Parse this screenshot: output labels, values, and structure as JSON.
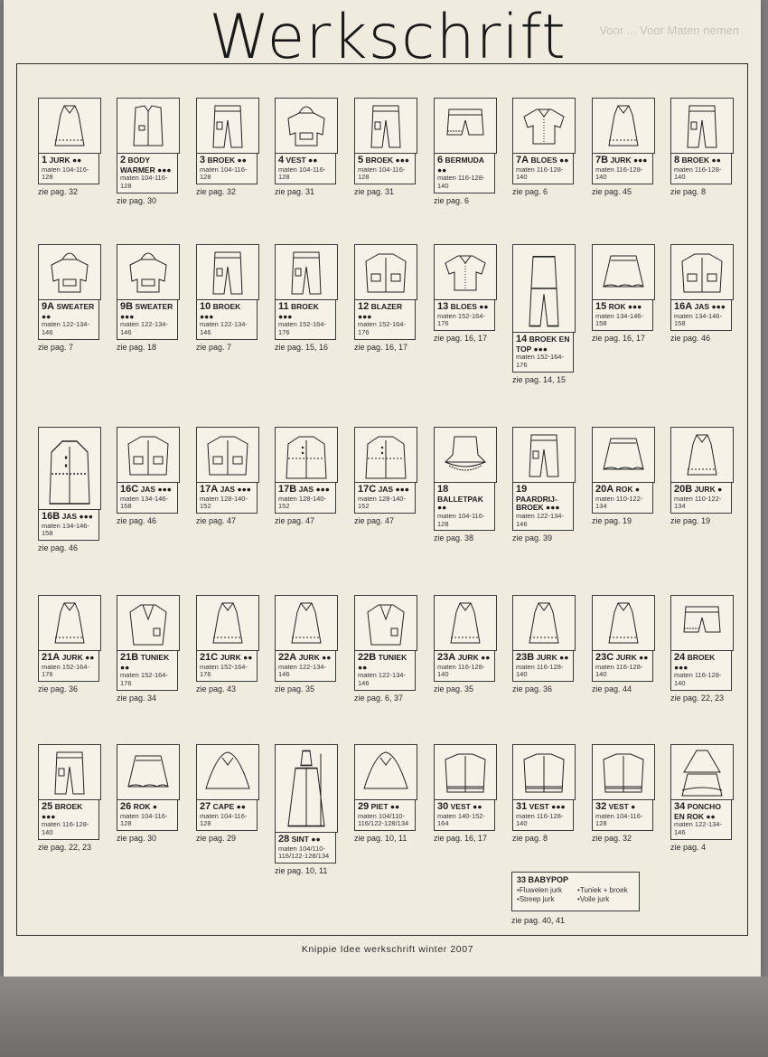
{
  "title": "Werkschrift",
  "bleed_text": "Voor ...  Voor Maten nemen",
  "footer": "Knippie Idee werkschrift winter 2007",
  "colors": {
    "paper": "#efebdf",
    "ink": "#1e1e1e",
    "background": "#7d7c7a"
  },
  "items": [
    {
      "num": "1",
      "name": "JURK ●●",
      "sizes": "maten 104-116-128",
      "page": "zie pag. 32",
      "icon": "dress-sketch"
    },
    {
      "num": "2",
      "name": "BODY WARMER ●●●",
      "sizes": "maten 104-116-128",
      "page": "zie pag. 30",
      "icon": "vest-sketch"
    },
    {
      "num": "3",
      "name": "BROEK ●●",
      "sizes": "maten 104-116-128",
      "page": "zie pag. 32",
      "icon": "trousers-sketch"
    },
    {
      "num": "4",
      "name": "VEST ●●",
      "sizes": "maten 104-116-128",
      "page": "zie pag. 31",
      "icon": "hoodie-sketch"
    },
    {
      "num": "5",
      "name": "BROEK ●●●",
      "sizes": "maten 104-116-128",
      "page": "zie pag. 31",
      "icon": "trousers-sketch"
    },
    {
      "num": "6",
      "name": "BERMUDA ●●",
      "sizes": "maten 116-128-140",
      "page": "zie pag. 6",
      "icon": "shorts-sketch"
    },
    {
      "num": "7a",
      "name": "BLOES ●●",
      "sizes": "maten 116-128-140",
      "page": "zie pag. 6",
      "icon": "blouse-sketch"
    },
    {
      "num": "7b",
      "name": "JURK ●●●",
      "sizes": "maten 116-128-140",
      "page": "zie pag. 45",
      "icon": "dress-sketch"
    },
    {
      "num": "8",
      "name": "BROEK ●●",
      "sizes": "maten 116-128-140",
      "page": "zie pag. 8",
      "icon": "trousers-sketch"
    },
    {
      "num": "9a",
      "name": "SWEATER ●●",
      "sizes": "maten 122-134-146",
      "page": "zie pag. 7",
      "icon": "hoodie-sketch"
    },
    {
      "num": "9b",
      "name": "SWEATER ●●●",
      "sizes": "maten 122-134-146",
      "page": "zie pag. 18",
      "icon": "hoodie-sketch"
    },
    {
      "num": "10",
      "name": "BROEK ●●●",
      "sizes": "maten 122-134-146",
      "page": "zie pag. 7",
      "icon": "trousers-sketch"
    },
    {
      "num": "11",
      "name": "BROEK ●●●",
      "sizes": "maten 152-164-176",
      "page": "zie pag. 15, 16",
      "icon": "trousers-sketch"
    },
    {
      "num": "12",
      "name": "BLAZER ●●●",
      "sizes": "maten 152-164-176",
      "page": "zie pag. 16, 17",
      "icon": "jacket-sketch"
    },
    {
      "num": "13",
      "name": "BLOES ●●",
      "sizes": "maten 152-164-176",
      "page": "zie pag. 16, 17",
      "icon": "blouse-sketch"
    },
    {
      "num": "14",
      "name": "BROEK EN TOP ●●●",
      "sizes": "maten 152-164-176",
      "page": "zie pag. 14, 15",
      "icon": "jumpsuit-sketch"
    },
    {
      "num": "15",
      "name": "ROK ●●●",
      "sizes": "maten 134-146-158",
      "page": "zie pag. 16, 17",
      "icon": "skirt-sketch"
    },
    {
      "num": "16a",
      "name": "JAS ●●●",
      "sizes": "maten 134-146-158",
      "page": "zie pag. 46",
      "icon": "jacket-sketch"
    },
    {
      "num": "16b",
      "name": "JAS ●●●",
      "sizes": "maten 134-146-158",
      "page": "zie pag. 46",
      "icon": "coat-sketch"
    },
    {
      "num": "16c",
      "name": "JAS ●●●",
      "sizes": "maten 134-146-158",
      "page": "zie pag. 46",
      "icon": "jacket-sketch"
    },
    {
      "num": "17a",
      "name": "JAS ●●●",
      "sizes": "maten 128-140-152",
      "page": "zie pag. 47",
      "icon": "jacket-sketch"
    },
    {
      "num": "17b",
      "name": "JAS ●●●",
      "sizes": "maten 128-140-152",
      "page": "zie pag. 47",
      "icon": "coat-sketch"
    },
    {
      "num": "17c",
      "name": "JAS ●●●",
      "sizes": "maten 128-140-152",
      "page": "zie pag. 47",
      "icon": "coat-sketch"
    },
    {
      "num": "18",
      "name": "BALLETPAK ●●",
      "sizes": "maten 104-116-128",
      "page": "zie pag. 38",
      "icon": "leotard-sketch"
    },
    {
      "num": "19",
      "name": "PAARDRIJ-BROEK ●●●",
      "sizes": "maten 122-134-146",
      "page": "zie pag. 39",
      "icon": "trousers-sketch"
    },
    {
      "num": "20a",
      "name": "ROK ●",
      "sizes": "maten 110-122-134",
      "page": "zie pag. 19",
      "icon": "skirt-sketch"
    },
    {
      "num": "20b",
      "name": "JURK ●",
      "sizes": "maten 110-122-134",
      "page": "zie pag. 19",
      "icon": "dress-sketch"
    },
    {
      "num": "21a",
      "name": "JURK ●●",
      "sizes": "maten 152-164-176",
      "page": "zie pag. 36",
      "icon": "dress-sketch"
    },
    {
      "num": "21b",
      "name": "TUNIEK ●●",
      "sizes": "maten 152-164-176",
      "page": "zie pag. 34",
      "icon": "tunic-sketch"
    },
    {
      "num": "21c",
      "name": "JURK ●●",
      "sizes": "maten 152-164-176",
      "page": "zie pag. 43",
      "icon": "dress-sketch"
    },
    {
      "num": "22a",
      "name": "JURK ●●",
      "sizes": "maten 122-134-146",
      "page": "zie pag. 35",
      "icon": "dress-sketch"
    },
    {
      "num": "22b",
      "name": "TUNIEK ●●",
      "sizes": "maten 122-134-146",
      "page": "zie pag. 6, 37",
      "icon": "tunic-sketch"
    },
    {
      "num": "23a",
      "name": "JURK ●●",
      "sizes": "maten 116-128-140",
      "page": "zie pag. 35",
      "icon": "dress-sketch"
    },
    {
      "num": "23b",
      "name": "JURK ●●",
      "sizes": "maten 116-128-140",
      "page": "zie pag. 36",
      "icon": "dress-sketch"
    },
    {
      "num": "23c",
      "name": "JURK ●●",
      "sizes": "maten 116-128-140",
      "page": "zie pag. 44",
      "icon": "dress-sketch"
    },
    {
      "num": "24",
      "name": "BROEK ●●●",
      "sizes": "maten 116-128-140",
      "page": "zie pag. 22, 23",
      "icon": "shorts-sketch"
    },
    {
      "num": "25",
      "name": "BROEK ●●●",
      "sizes": "maten 116-128-140",
      "page": "zie pag. 22, 23",
      "icon": "trousers-sketch"
    },
    {
      "num": "26",
      "name": "ROK ●",
      "sizes": "maten 104-116-128",
      "page": "zie pag. 30",
      "icon": "skirt-sketch"
    },
    {
      "num": "27",
      "name": "CAPE ●●",
      "sizes": "maten 104-116-128",
      "page": "zie pag. 29",
      "icon": "cape-sketch"
    },
    {
      "num": "28",
      "name": "SINT ●●",
      "sizes": "maten 104/110-116/122-128/134",
      "page": "zie pag. 10, 11",
      "icon": "robe-sketch"
    },
    {
      "num": "29",
      "name": "PIET ●●",
      "sizes": "maten 104/110-116/122-128/134",
      "page": "zie pag. 10, 11",
      "icon": "cape-sketch"
    },
    {
      "num": "30",
      "name": "VEST ●●",
      "sizes": "maten 140-152-164",
      "page": "zie pag. 16, 17",
      "icon": "cardigan-sketch"
    },
    {
      "num": "31",
      "name": "VEST ●●●",
      "sizes": "maten 116-128-140",
      "page": "zie pag. 8",
      "icon": "cardigan-sketch"
    },
    {
      "num": "32",
      "name": "VEST ●",
      "sizes": "maten 104-116-128",
      "page": "zie pag. 32",
      "icon": "cardigan-sketch"
    },
    {
      "num": "34",
      "name": "PONCHO EN ROK ●●",
      "sizes": "maten 122-134-146",
      "page": "zie pag. 4",
      "icon": "poncho-sketch"
    }
  ],
  "babypop": {
    "title": "33 BABYPOP",
    "list": [
      "Fluwelen jurk",
      "Tuniek + broek",
      "Streep jurk",
      "Voile jurk"
    ],
    "page": "zie pag. 40, 41"
  }
}
